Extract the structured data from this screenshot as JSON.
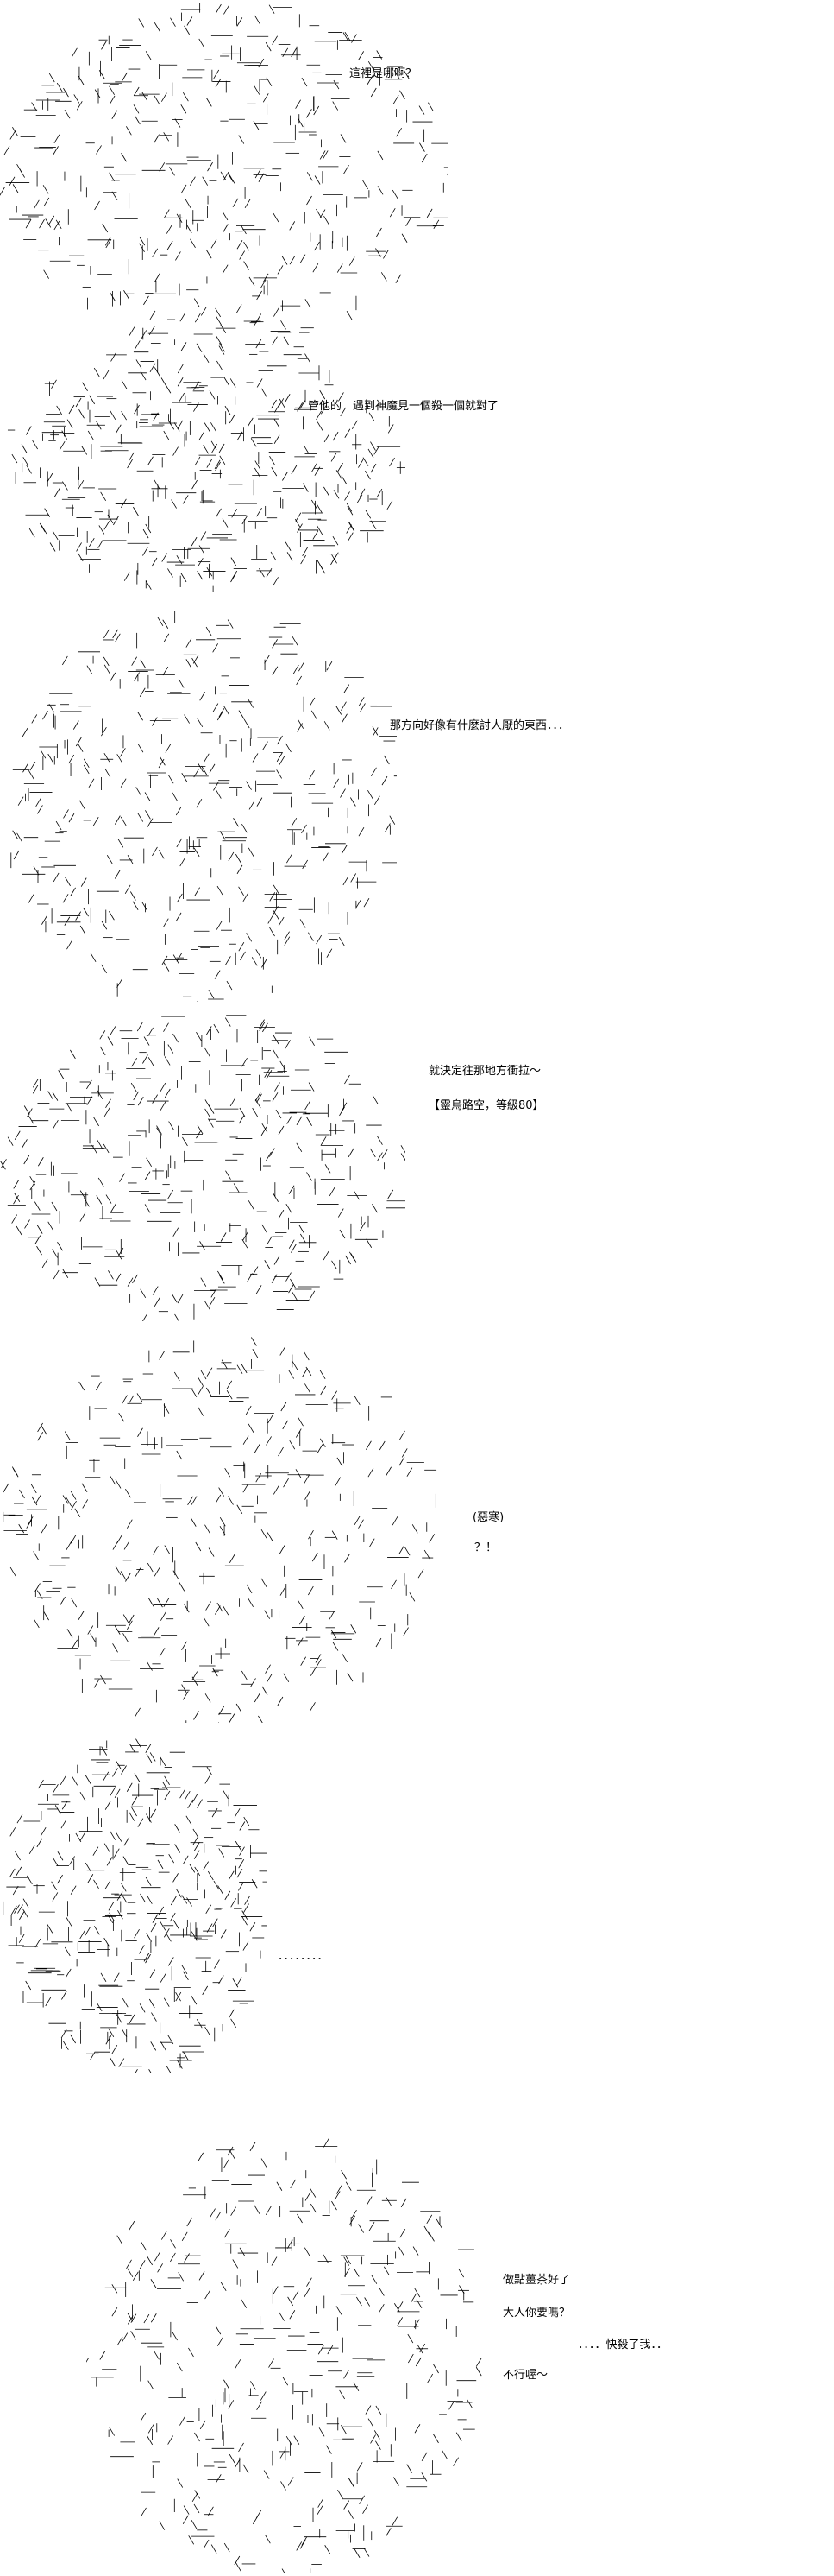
{
  "panels": [
    {
      "id": "p1",
      "lines": [
        "這裡是哪啊？"
      ]
    },
    {
      "id": "p2",
      "lines": [
        "管他的　遇到神魔見一個殺一個就對了"
      ]
    },
    {
      "id": "p3",
      "lines": [
        "那方向好像有什麼討人厭的東西．．．"
      ]
    },
    {
      "id": "p4",
      "lines": [
        "就決定往那地方衝拉～",
        "【靈烏路空，等級80】"
      ]
    },
    {
      "id": "p5",
      "lines": [
        "(惡寒)",
        "？！"
      ]
    },
    {
      "id": "p6",
      "lines": [
        "．．．．．．．．"
      ]
    },
    {
      "id": "p7",
      "lines": [
        "做點薑茶好了",
        "大人你要嗎？",
        "．．．．快殺了我．．",
        "不行喔～"
      ]
    }
  ],
  "art_color": "#000000"
}
